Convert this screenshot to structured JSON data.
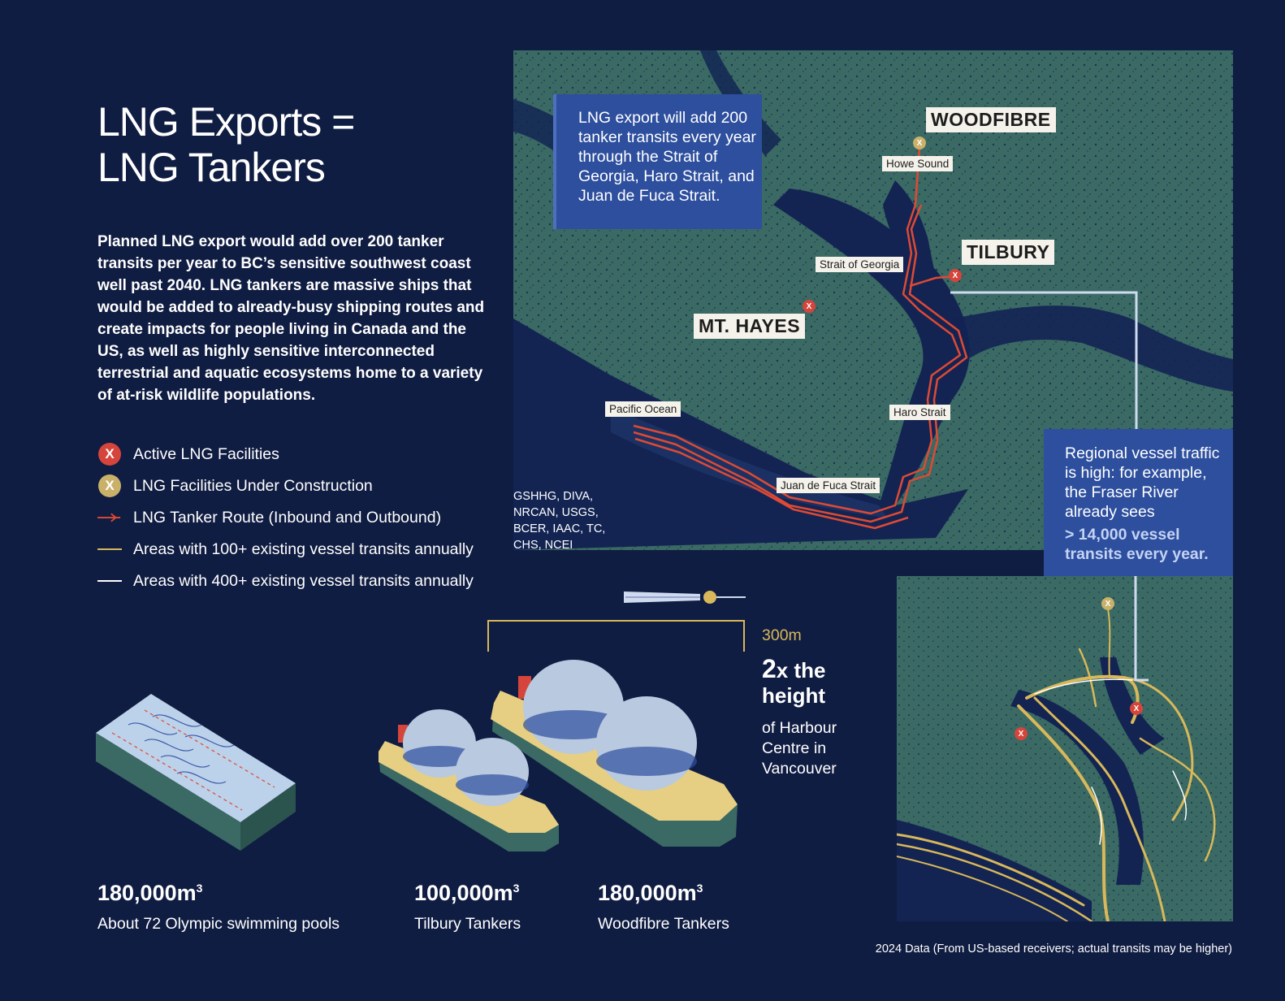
{
  "title_line1": "LNG Exports =",
  "title_line2": "LNG Tankers",
  "intro": "Planned LNG export would add over 200 tanker transits per year to BC’s sensitive southwest coast well past 2040. LNG tankers are massive ships that would be added to already-busy shipping routes and create impacts for people living in Canada and the US, as well as highly sensitive interconnected terrestrial and aquatic ecosystems home to a variety of at-risk wildlife populations.",
  "legend": {
    "active": "Active LNG Facilities",
    "construction": "LNG Facilities Under Construction",
    "route": "LNG Tanker Route (Inbound and Outbound)",
    "areas100": "Areas with 100+ existing vessel transits annually",
    "areas400": "Areas with 400+ existing vessel transits annually",
    "marker_letter": "X"
  },
  "map": {
    "callout": "LNG export will add 200 tanker transits every year through the Strait of Georgia, Haro Strait, and Juan de Fuca Strait.",
    "woodfibre": "WOODFIBRE",
    "howe_sound": "Howe Sound",
    "tilbury": "TILBURY",
    "strait_of_georgia": "Strait of Georgia",
    "mt_hayes": "MT. HAYES",
    "pacific_ocean": "Pacific Ocean",
    "haro_strait": "Haro Strait",
    "juan_de_fuca": "Juan de Fuca Strait",
    "credits": "GSHHG, DIVA, NRCAN, USGS, BCER, IAAC, TC, CHS, NCEI"
  },
  "traffic": {
    "callout_text": "Regional vessel traffic is high: for example, the Fraser River already sees",
    "callout_strong": "> 14,000 vessel transits every year.",
    "footnote": "2024 Data (From US-based receivers; actual transits may be higher)"
  },
  "tanker": {
    "length": "300m",
    "height_mult": "2",
    "height_x": "x the",
    "height_word": "height",
    "height_desc": "of Harbour Centre in Vancouver"
  },
  "stats": [
    {
      "value": "180,000m",
      "label": "About 72 Olympic swimming pools"
    },
    {
      "value": "100,000m",
      "label": "Tilbury Tankers"
    },
    {
      "value": "180,000m",
      "label": "Woodfibre Tankers"
    }
  ],
  "unit_sup": "3",
  "colors": {
    "background": "#101d42",
    "land": "#3a6a63",
    "water": "#132453",
    "route": "#de4a34",
    "traffic": "#d8b85a",
    "callout": "#2d4f9e",
    "marker_red": "#d5453b",
    "marker_gold": "#c9b16a"
  }
}
